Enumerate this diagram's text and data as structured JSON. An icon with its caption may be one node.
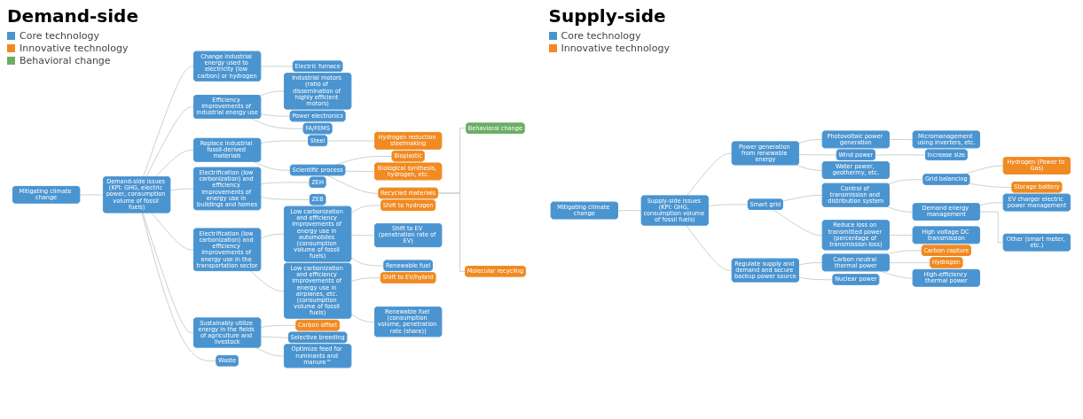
{
  "diagram": {
    "nodes": [
      {
        "text": [
          "Mitigating climate change"
        ]
      },
      {
        "text": [
          "Demand-side issues (KPI: GHG, electric power, consumption volume of fossil fuels)"
        ]
      },
      {
        "text": [
          "Change industrial energy used to electricity (low carbon) or hydrogen"
        ]
      },
      {
        "text": [
          "Electric furnace"
        ]
      },
      {
        "text": [
          "Efficiency improvements of industrial energy use"
        ]
      },
      {
        "text": [
          "Industrial motors (ratio of dissemination of highly efficient motors)"
        ]
      },
      {
        "text": [
          "Power electronics"
        ]
      },
      {
        "text": [
          "FA/FEMS"
        ]
      },
      {
        "text": [
          "Replace industrial fossil-derived materials"
        ]
      },
      {
        "text": [
          "Steel"
        ]
      },
      {
        "text": [
          "Hydrogen reduction steelmaking"
        ]
      },
      {
        "text": [
          "Scientific process"
        ]
      },
      {
        "text": [
          "Bioplastic"
        ]
      },
      {
        "text": [
          "Biological synthesis, hydrogen, etc."
        ]
      },
      {
        "text": [
          "Recycled materials"
        ]
      },
      {
        "text": [
          "Behavioral change"
        ]
      },
      {
        "text": [
          "Molecular recycling"
        ]
      },
      {
        "text": [
          "Electrification (low carbonization) and efficiency improvements of energy use in buildings and homes"
        ]
      },
      {
        "text": [
          "ZEH"
        ]
      },
      {
        "text": [
          "ZEB"
        ]
      },
      {
        "text": [
          "Electrification (low carbonization) and efficiency improvements of energy use in the transportation sector"
        ]
      },
      {
        "text": [
          "Low carbonization and efficiency improvements of energy use in automobiles (consumption volume of fossil fuels)"
        ]
      },
      {
        "text": [
          "Shift to hydrogen"
        ]
      },
      {
        "text": [
          "Shift to EV (penetration rate of EV)"
        ]
      },
      {
        "text": [
          "Renewable fuel"
        ]
      },
      {
        "text": [
          "Low carbonization and efficiency improvements of energy use in airplanes, etc. (consumption volume of fossil fuels)"
        ]
      },
      {
        "text": [
          "Shift to EV/hybrid"
        ]
      },
      {
        "text": [
          "Renewable fuel (consumption volume, penetration rate (share))"
        ]
      },
      {
        "text": [
          "Sustainably utilize energy in the fields of agriculture and livestock"
        ]
      },
      {
        "text": [
          "Carbon offset"
        ]
      },
      {
        "text": [
          "Selective breeding"
        ]
      },
      {
        "text": [
          "Optimize feed for ruminants and manure™"
        ]
      },
      {
        "text": [
          "Waste"
        ]
      },
      {
        "text": [
          "Mitigating climate change"
        ]
      },
      {
        "text": [
          "Supply-side issues (KPI: GHG, consumption volume of fossil fuels)"
        ]
      },
      {
        "text": [
          "Power generation from renewable energy"
        ]
      },
      {
        "text": [
          "Photovoltaic power generation"
        ]
      },
      {
        "text": [
          "Micromanagement using inverters, etc."
        ]
      },
      {
        "text": [
          "Wind power"
        ]
      },
      {
        "text": [
          "Increase size"
        ]
      },
      {
        "text": [
          "Water power, geothermy, etc."
        ]
      },
      {
        "text": [
          "Smart grid"
        ]
      },
      {
        "text": [
          "Control of transmission and distribution system"
        ]
      },
      {
        "text": [
          "Grid balancing"
        ]
      },
      {
        "text": [
          "Hydrogen (Power to Gas)"
        ]
      },
      {
        "text": [
          "Storage battery"
        ]
      },
      {
        "text": [
          "Demand energy management"
        ]
      },
      {
        "text": [
          "EV charger electric power management"
        ]
      },
      {
        "text": [
          "Other (smart meter, etc.)"
        ]
      },
      {
        "text": [
          "Reduce loss on transmitted power (percentage of transmission loss)"
        ]
      },
      {
        "text": [
          "High voltage DC transmission"
        ]
      },
      {
        "text": [
          "Regulate supply and demand and secure backup power source"
        ]
      },
      {
        "text": [
          "Carbon neutral thermal power"
        ]
      },
      {
        "text": [
          "Carbon capture"
        ]
      },
      {
        "text": [
          "Hydrogen"
        ]
      },
      {
        "text": [
          "High-efficiency thermal power"
        ]
      },
      {
        "text": [
          "Nuclear power"
        ]
      }
    ],
    "edges": [
      {
        "from": 0,
        "to": 1,
        "arrow": "none"
      },
      {
        "from": 1,
        "to": 2,
        "arrow": "none"
      },
      {
        "from": 2,
        "to": 3,
        "arrow": "none"
      },
      {
        "from": 1,
        "to": 4,
        "arrow": "none"
      },
      {
        "from": 4,
        "to": 5,
        "arrow": "none"
      },
      {
        "from": 4,
        "to": 6,
        "arrow": "none"
      },
      {
        "from": 4,
        "to": 7,
        "arrow": "none"
      },
      {
        "from": 1,
        "to": 8,
        "arrow": "none"
      },
      {
        "from": 8,
        "to": 9,
        "arrow": "none"
      },
      {
        "from": 9,
        "to": 10,
        "arrow": "none"
      },
      {
        "from": 8,
        "to": 11,
        "arrow": "none"
      },
      {
        "from": 11,
        "to": 12,
        "arrow": "none"
      },
      {
        "from": 11,
        "to": 13,
        "arrow": "none"
      },
      {
        "from": 11,
        "to": 14,
        "arrow": "none"
      },
      {
        "from": 14,
        "to": 15,
        "arrow": "none"
      },
      {
        "from": 14,
        "to": 16,
        "arrow": "none"
      },
      {
        "from": 1,
        "to": 17,
        "arrow": "none"
      },
      {
        "from": 17,
        "to": 18,
        "arrow": "none"
      },
      {
        "from": 17,
        "to": 19,
        "arrow": "none"
      },
      {
        "from": 1,
        "to": 20,
        "arrow": "none"
      },
      {
        "from": 20,
        "to": 21,
        "arrow": "none"
      },
      {
        "from": 21,
        "to": 22,
        "arrow": "none"
      },
      {
        "from": 21,
        "to": 23,
        "arrow": "none"
      },
      {
        "from": 21,
        "to": 24,
        "arrow": "none"
      },
      {
        "from": 20,
        "to": 25,
        "arrow": "none"
      },
      {
        "from": 25,
        "to": 26,
        "arrow": "none"
      },
      {
        "from": 25,
        "to": 27,
        "arrow": "none"
      },
      {
        "from": 1,
        "to": 28,
        "arrow": "none"
      },
      {
        "from": 28,
        "to": 29,
        "arrow": "none"
      },
      {
        "from": 28,
        "to": 30,
        "arrow": "none"
      },
      {
        "from": 28,
        "to": 31,
        "arrow": "none"
      },
      {
        "from": 1,
        "to": 32,
        "arrow": "none"
      },
      {
        "from": 33,
        "to": 34,
        "arrow": "none"
      },
      {
        "from": 34,
        "to": 35,
        "arrow": "none"
      },
      {
        "from": 35,
        "to": 36,
        "arrow": "none"
      },
      {
        "from": 36,
        "to": 37,
        "arrow": "none"
      },
      {
        "from": 35,
        "to": 38,
        "arrow": "none"
      },
      {
        "from": 38,
        "to": 39,
        "arrow": "none"
      },
      {
        "from": 35,
        "to": 40,
        "arrow": "none"
      },
      {
        "from": 34,
        "to": 41,
        "arrow": "none"
      },
      {
        "from": 41,
        "to": 42,
        "arrow": "none"
      },
      {
        "from": 42,
        "to": 43,
        "arrow": "none"
      },
      {
        "from": 43,
        "to": 44,
        "arrow": "none"
      },
      {
        "from": 43,
        "to": 45,
        "arrow": "none"
      },
      {
        "from": 42,
        "to": 46,
        "arrow": "none"
      },
      {
        "from": 46,
        "to": 47,
        "arrow": "none"
      },
      {
        "from": 46,
        "to": 48,
        "arrow": "none"
      },
      {
        "from": 41,
        "to": 49,
        "arrow": "none"
      },
      {
        "from": 49,
        "to": 50,
        "arrow": "none"
      },
      {
        "from": 34,
        "to": 51,
        "arrow": "none"
      },
      {
        "from": 51,
        "to": 52,
        "arrow": "none"
      },
      {
        "from": 52,
        "to": 53,
        "arrow": "none"
      },
      {
        "from": 52,
        "to": 54,
        "arrow": "none"
      },
      {
        "from": 52,
        "to": 55,
        "arrow": "none"
      },
      {
        "from": 51,
        "to": 56,
        "arrow": "none"
      }
    ],
    "labels": [
      "Demand-side",
      "Supply-side"
    ],
    "legend": [
      {
        "text": "Core technology",
        "color": "#4a94d0"
      },
      {
        "text": "Innovative technology",
        "color": "#f08a22"
      },
      {
        "text": "Behavioral change",
        "color": "#6aae64"
      },
      {
        "text": "Core technology",
        "color": "#4a94d0"
      },
      {
        "text": "Innovative technology",
        "color": "#f08a22"
      }
    ]
  }
}
